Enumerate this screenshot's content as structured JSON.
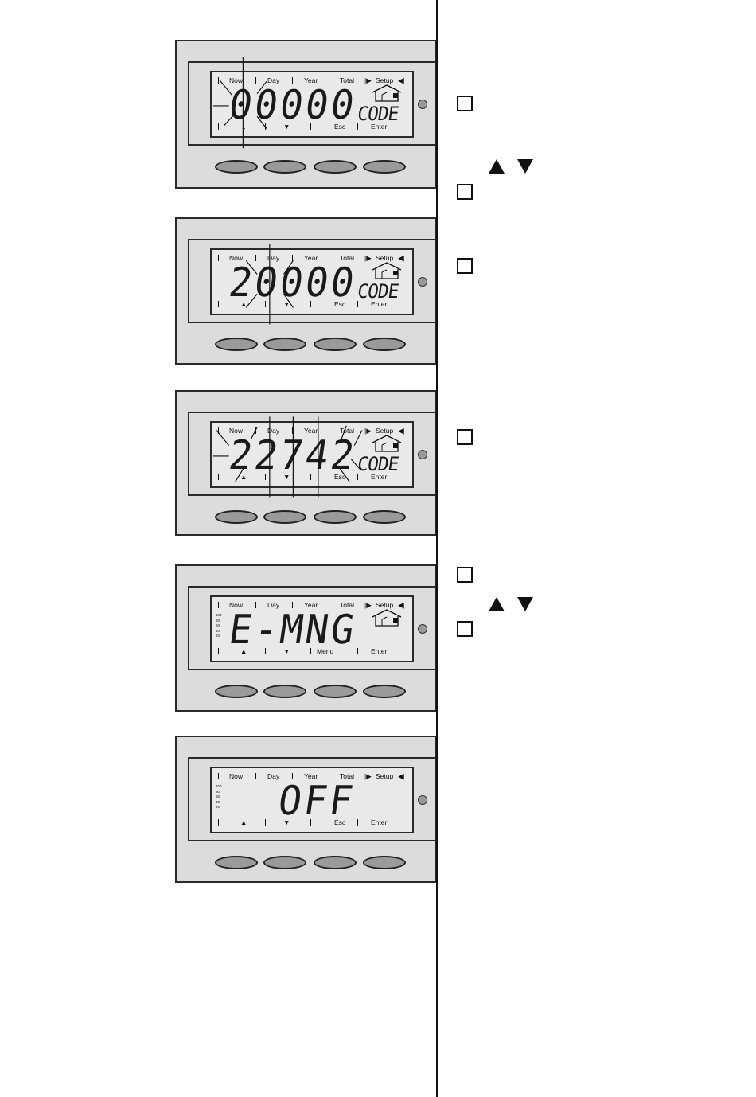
{
  "lcd_labels": {
    "now": "Now",
    "day": "Day",
    "year": "Year",
    "total": "Total",
    "setup": "Setup",
    "esc": "Esc",
    "enter": "Enter",
    "menu": "Menu"
  },
  "scale_labels": [
    "100",
    "80",
    "60",
    "40",
    "20"
  ],
  "panels": [
    {
      "display": "00000",
      "suffix": "CODE"
    },
    {
      "display": "20000",
      "suffix": "CODE"
    },
    {
      "display": "22742",
      "suffix": "CODE"
    },
    {
      "display": "E-MNG",
      "suffix": ""
    },
    {
      "display": "OFF",
      "suffix": ""
    }
  ]
}
